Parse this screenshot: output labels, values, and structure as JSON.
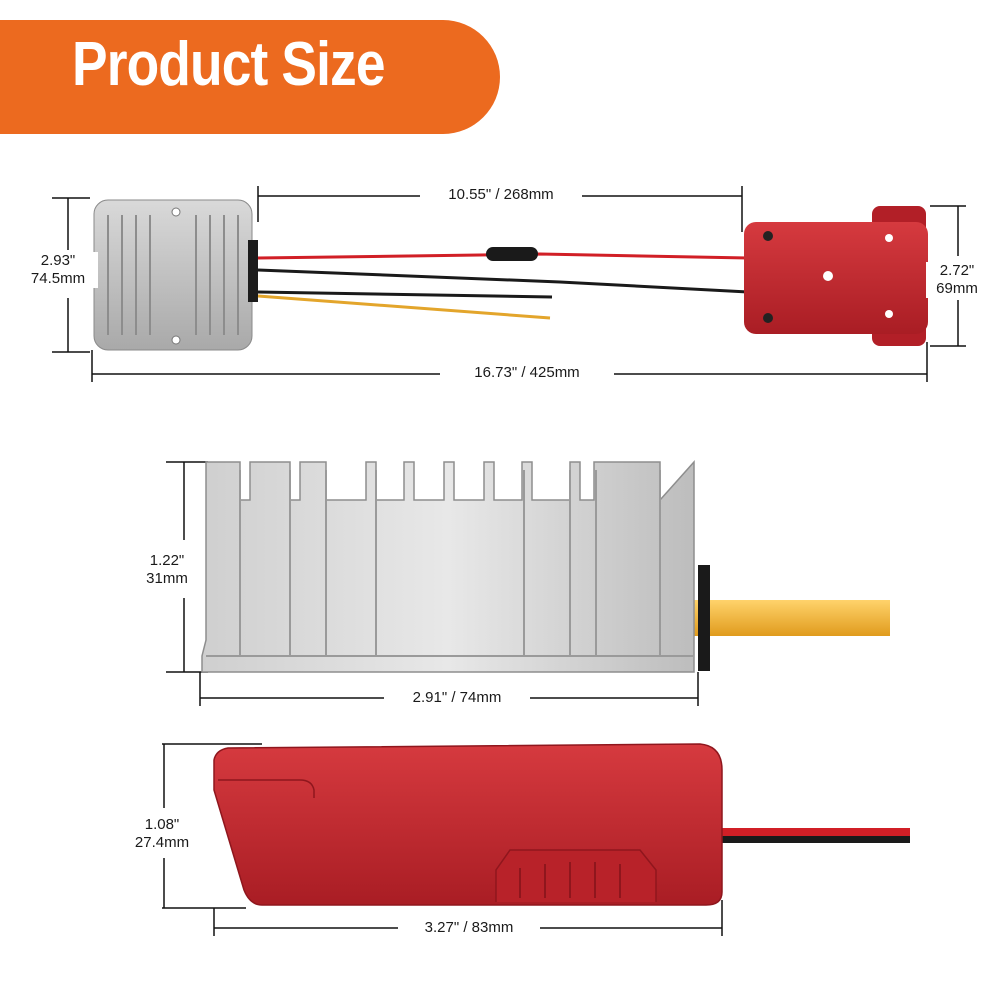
{
  "banner": {
    "title": "Product Size",
    "color": "#ec6a1f"
  },
  "top_view": {
    "wire_length": "10.55\" / 268mm",
    "total_length": "16.73\" / 425mm",
    "converter_height_in": "2.93\"",
    "converter_height_mm": "74.5mm",
    "adapter_height_in": "2.72\"",
    "adapter_height_mm": "69mm"
  },
  "converter_side": {
    "height_in": "1.22\"",
    "height_mm": "31mm",
    "width": "2.91\" / 74mm"
  },
  "adapter_side": {
    "height_in": "1.08\"",
    "height_mm": "27.4mm",
    "width": "3.27\" / 83mm"
  },
  "colors": {
    "accent": "#ec6a1f",
    "adapter_red": "#c8242c",
    "aluminum": "#b8b8b8",
    "wire_yellow": "#f2b233"
  }
}
